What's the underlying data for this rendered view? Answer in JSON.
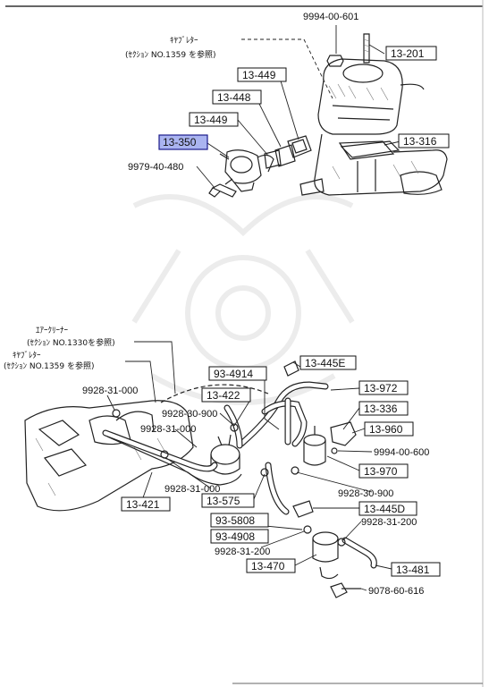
{
  "labels": {
    "p9994_00_601": "9994-00-601",
    "p13_201": "13-201",
    "carb_upper_jp": "ｷﾔﾌﾞﾚﾀｰ",
    "carb_upper_ref": "(ｾｸｼｮﾝ NO.1359 を参照)",
    "p13_449_a": "13-449",
    "p13_448": "13-448",
    "p13_449_b": "13-449",
    "p13_350": "13-350",
    "p13_316": "13-316",
    "p9979_40_480": "9979-40-480",
    "air_cleaner_jp": "ｴｱｰｸﾘｰﾅｰ",
    "air_cleaner_ref": "(ｾｸｼｮﾝ NO.1330を参照)",
    "carb_lower_jp": "ｷﾔﾌﾞﾚﾀｰ",
    "carb_lower_ref": "(ｾｸｼｮﾝ NO.1359 を参照)",
    "p9928_31_000_a": "9928-31-000",
    "p93_4914": "93-4914",
    "p13_445E": "13-445E",
    "p13_422": "13-422",
    "p13_972": "13-972",
    "p9928_30_900_a": "9928-30-900",
    "p13_336": "13-336",
    "p9928_31_000_b": "9928-31-000",
    "p13_960": "13-960",
    "p9994_00_600": "9994-00-600",
    "p9928_31_000_c": "9928-31-000",
    "p13_970": "13-970",
    "p13_421": "13-421",
    "p13_575": "13-575",
    "p9928_30_900_b": "9928-30-900",
    "p13_445D": "13-445D",
    "p93_5808": "93-5808",
    "p93_4908": "93-4908",
    "p9928_31_200_a": "9928-31-200",
    "p9928_31_200_b": "9928-31-200",
    "p13_470": "13-470",
    "p13_481": "13-481",
    "p9078_60_616": "9078-60-616"
  },
  "colors": {
    "highlight": "#aab4f0",
    "ink": "#111111"
  }
}
